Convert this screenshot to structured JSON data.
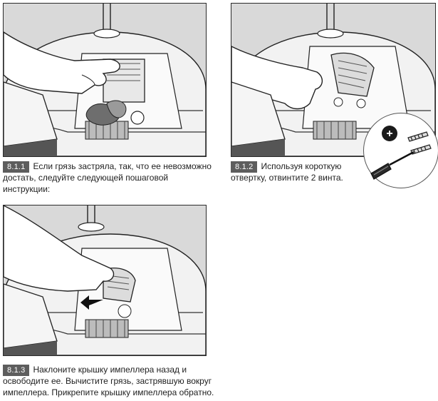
{
  "steps": [
    {
      "number": "8.1.1",
      "text": "Если грязь застряла, так, что ее невозможно достать, следуйте следующей пошаговой инструкции:"
    },
    {
      "number": "8.1.2",
      "text": "Используя короткую отвертку, отвинтите 2 винта."
    },
    {
      "number": "8.1.3",
      "text": "Наклоните крышку импеллера назад и освободите ее. Вычистите грязь, застрявшую вокруг импеллера. Прикрепите крышку импеллера обратно."
    }
  ],
  "icons": {
    "badge_symbol": "+",
    "panel_1": "hand-removing-debris-illustration",
    "panel_2": "hand-holding-impeller-cover-illustration",
    "panel_3": "hand-tilting-cover-illustration",
    "tools": [
      "phillips-screwdriver-icon",
      "screw-icon"
    ]
  },
  "colors": {
    "step_badge": "#5d5d5d",
    "outline": "#2b2b2b",
    "panel_bg": "#d9d9d9"
  }
}
